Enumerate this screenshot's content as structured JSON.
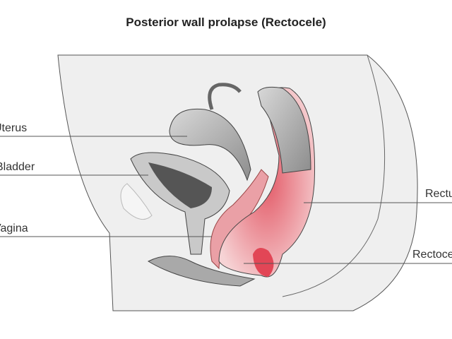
{
  "title": "Posterior wall prolapse (Rectocele)",
  "labels": {
    "uterus": "Uterus",
    "bladder": "Bladder",
    "vagina": "Vagina",
    "rectum": "Rectum",
    "rectocele": "Rectocele"
  },
  "colors": {
    "body": "#efefef",
    "organ": "#b9b9b9",
    "highlight": "#e8707a"
  }
}
